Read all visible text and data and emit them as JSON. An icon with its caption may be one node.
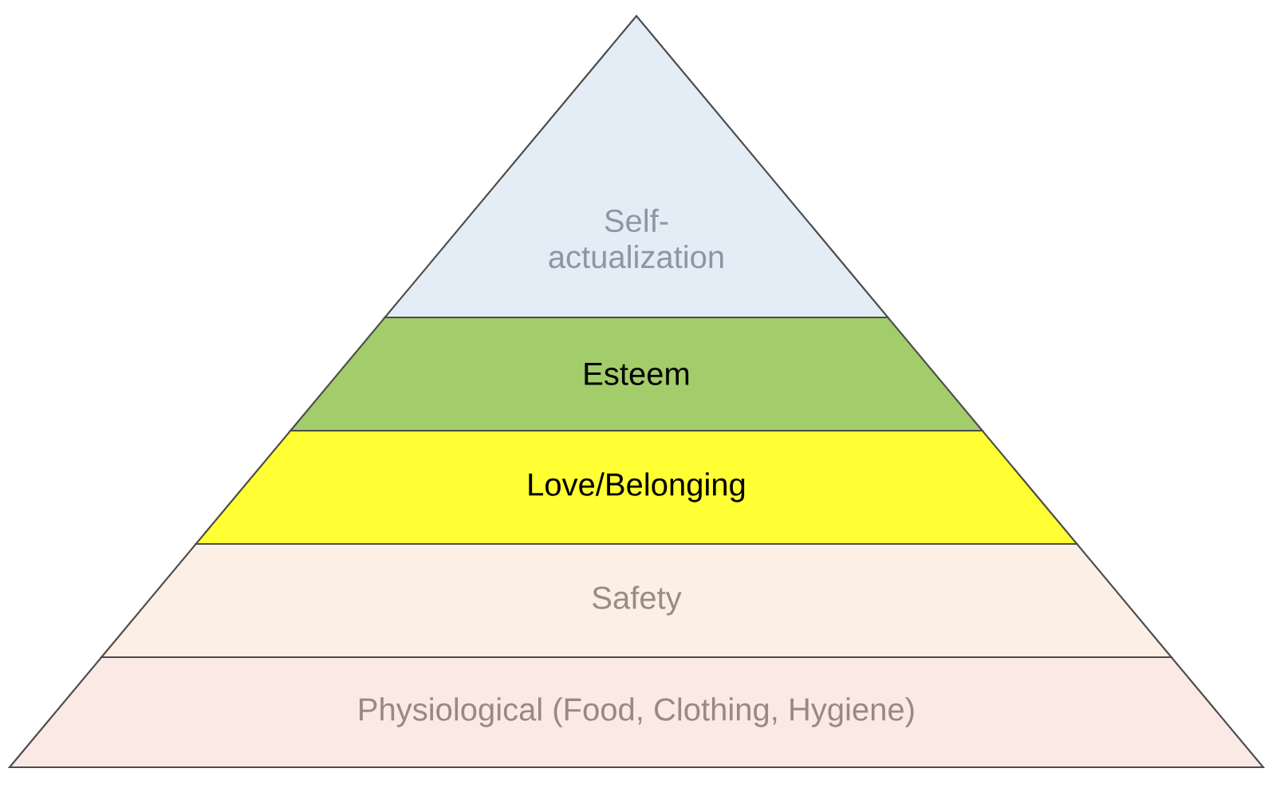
{
  "diagram": {
    "nodes": [
      {
        "text": [
          "Self-actualization"
        ]
      },
      {
        "text": [
          "Esteem"
        ]
      },
      {
        "text": [
          "Love/Belonging"
        ]
      },
      {
        "text": [
          "Safety"
        ]
      },
      {
        "text": [
          "Physiological (Food, Clothing, Hygiene)"
        ]
      }
    ]
  }
}
